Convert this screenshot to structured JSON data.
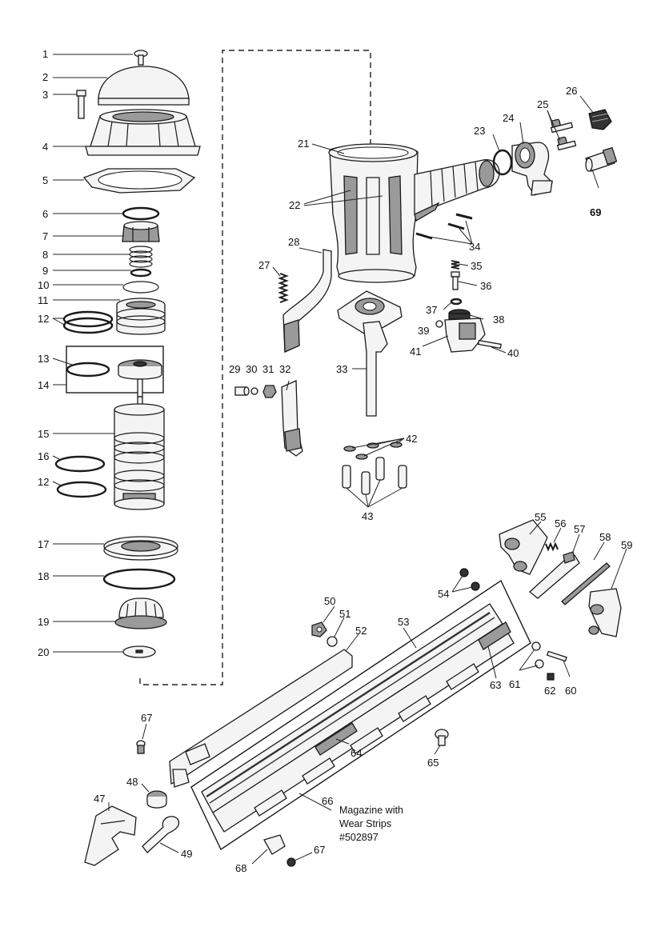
{
  "labels": {
    "l1": "1",
    "l2": "2",
    "l3": "3",
    "l4": "4",
    "l5": "5",
    "l6": "6",
    "l7": "7",
    "l8": "8",
    "l9": "9",
    "l10": "10",
    "l11": "11",
    "l12a": "12",
    "l13": "13",
    "l14": "14",
    "l15": "15",
    "l16": "16",
    "l12b": "12",
    "l17": "17",
    "l18": "18",
    "l19": "19",
    "l20": "20",
    "l21": "21",
    "l22": "22",
    "l23": "23",
    "l24": "24",
    "l25": "25",
    "l26": "26",
    "l69": "69",
    "l27": "27",
    "l28": "28",
    "l29": "29",
    "l30": "30",
    "l31": "31",
    "l32": "32",
    "l33": "33",
    "l34": "34",
    "l35": "35",
    "l36": "36",
    "l37": "37",
    "l38": "38",
    "l39": "39",
    "l40": "40",
    "l41": "41",
    "l42": "42",
    "l43": "43",
    "l50": "50",
    "l51": "51",
    "l52": "52",
    "l53": "53",
    "l54": "54",
    "l55": "55",
    "l56": "56",
    "l57": "57",
    "l58": "58",
    "l59": "59",
    "l60": "60",
    "l61": "61",
    "l62": "62",
    "l63": "63",
    "l64": "64",
    "l65": "65",
    "l66": "66",
    "l67a": "67",
    "l67b": "67",
    "l47": "47",
    "l48": "48",
    "l49": "49",
    "l68": "68"
  },
  "magazine_note": {
    "line1": "Magazine with",
    "line2": "Wear Strips",
    "line3": "#502897"
  }
}
